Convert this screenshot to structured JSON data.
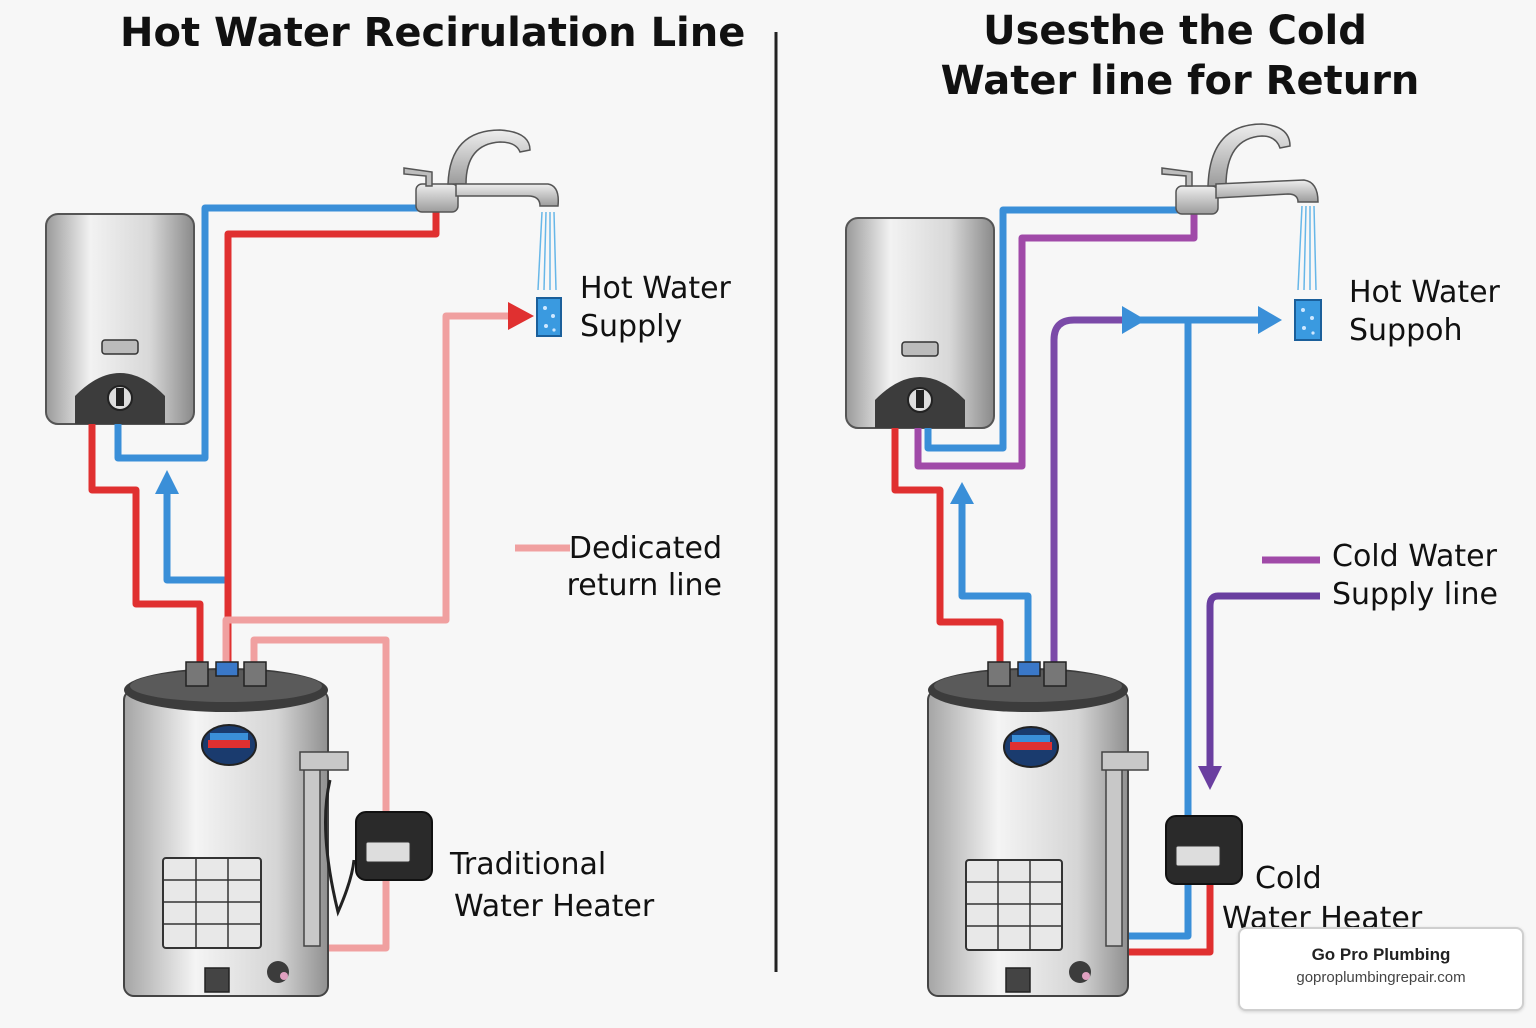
{
  "left_panel": {
    "title": "Hot Water Recirulation Line",
    "label_supply": [
      "Hot Water",
      "Supply"
    ],
    "label_return": [
      "Dedicated",
      "return line"
    ],
    "label_heater": [
      "Traditional",
      "Water Heater"
    ]
  },
  "right_panel": {
    "title": [
      "Usesthe the Cold",
      "Water line for Return"
    ],
    "label_supply": [
      "Hot Water",
      "Suppoh"
    ],
    "label_cold": [
      "Cold Water",
      "Supply line"
    ],
    "label_heater": [
      "Cold",
      "Water Heater"
    ]
  },
  "brand": {
    "name": "Go Pro Plumbing",
    "url": "goproplumbingrepair.com"
  },
  "colors": {
    "hot": "#e03030",
    "cold": "#3a8fd8",
    "return": "#f0a0a0",
    "cold_return": "#a04aa8",
    "purple": "#6a3fa0",
    "steel": "#c9c9c9"
  }
}
